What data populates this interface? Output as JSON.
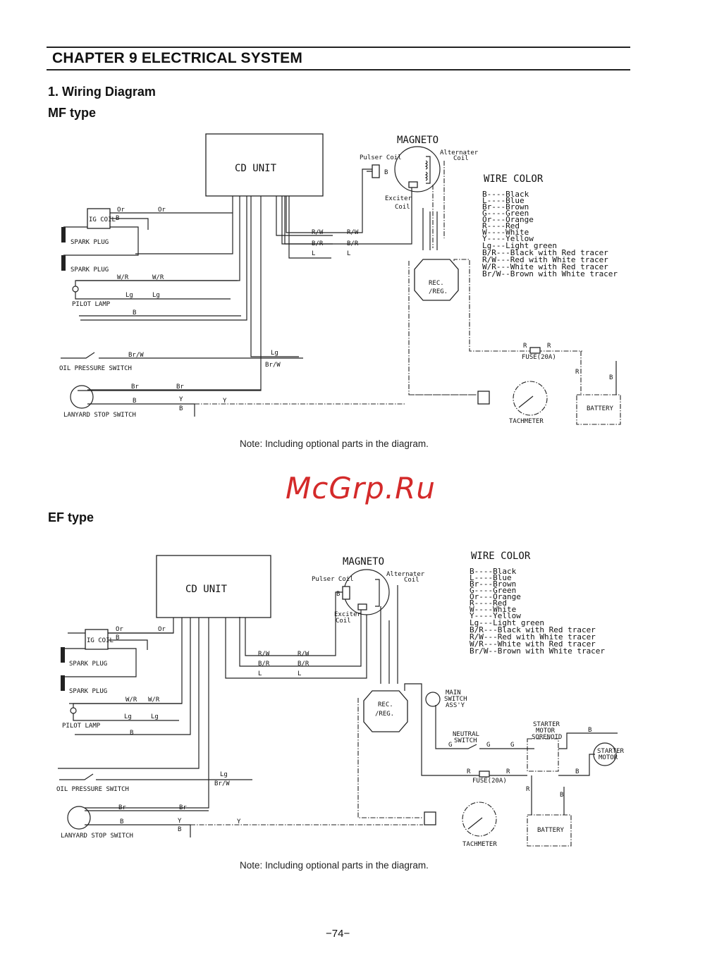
{
  "page": {
    "chapter_title": "CHAPTER 9  ELECTRICAL SYSTEM",
    "section_title": "1. Wiring Diagram",
    "watermark": "McGrp.Ru",
    "page_number": "−74−"
  },
  "mf": {
    "type_label": "MF type",
    "note": "Note: Including optional parts in the diagram.",
    "cd_unit": "CD UNIT",
    "magneto": "MAGNETO",
    "pulser_coil": "Pulser Coil",
    "alternater_coil_1": "Alternater",
    "alternater_coil_2": "Coil",
    "exciter_coil_1": "Exciter",
    "exciter_coil_2": "Coil",
    "ig_coil": "IG COIL",
    "spark_plug_1": "SPARK PLUG",
    "spark_plug_2": "SPARK PLUG",
    "pilot_lamp": "PILOT LAMP",
    "oil_pressure_switch": "OIL PRESSURE SWITCH",
    "lanyard_stop_switch": "LANYARD STOP SWITCH",
    "rec_reg_1": "REC.",
    "rec_reg_2": "/REG.",
    "fuse": "FUSE(20A)",
    "tachmeter": "TACHMETER",
    "battery": "BATTERY",
    "wires": {
      "or": "Or",
      "b": "B",
      "rw": "R/W",
      "br_red": "B/R",
      "l": "L",
      "wr": "W/R",
      "lg": "Lg",
      "brw": "Br/W",
      "br": "Br",
      "y": "Y",
      "r": "R"
    }
  },
  "ef": {
    "type_label": "EF type",
    "note": "Note: Including optional parts in the diagram.",
    "cd_unit": "CD UNIT",
    "magneto": "MAGNETO",
    "pulser_coil": "Pulser Coil",
    "alternater_coil_1": "Alternater",
    "alternater_coil_2": "Coil",
    "exciter_coil_1": "Exciter",
    "exciter_coil_2": "Coil",
    "ig_coil": "IG COIL",
    "spark_plug_1": "SPARK PLUG",
    "spark_plug_2": "SPARK PLUG",
    "pilot_lamp": "PILOT LAMP",
    "oil_pressure_switch": "OIL PRESSURE SWITCH",
    "lanyard_stop_switch": "LANYARD STOP SWITCH",
    "rec_reg_1": "REC.",
    "rec_reg_2": "/REG.",
    "main_switch_1": "MAIN",
    "main_switch_2": "SWITCH",
    "main_switch_3": "ASS'Y",
    "neutral_switch_1": "NEUTRAL",
    "neutral_switch_2": "SWITCH",
    "solenoid_1": "STARTER",
    "solenoid_2": "MOTOR",
    "solenoid_3": "SORENOID",
    "starter_motor_1": "STARTER",
    "starter_motor_2": "MOTOR",
    "fuse": "FUSE(20A)",
    "tachmeter": "TACHMETER",
    "battery": "BATTERY",
    "wires": {
      "or": "Or",
      "b": "B",
      "rw": "R/W",
      "br_red": "B/R",
      "l": "L",
      "wr": "W/R",
      "lg": "Lg",
      "brw": "Br/W",
      "br": "Br",
      "y": "Y",
      "r": "R",
      "g": "G"
    }
  },
  "wire_color": {
    "title": "WIRE COLOR",
    "entries": [
      "B----Black",
      "L----Blue",
      "Br---Brown",
      "G----Green",
      "Or---Orange",
      "R----Red",
      "W----White",
      "Y----Yellow",
      "Lg---Light green",
      "B/R---Black with Red tracer",
      "R/W---Red with White tracer",
      "W/R---White with Red tracer",
      "Br/W--Brown with White tracer"
    ]
  }
}
